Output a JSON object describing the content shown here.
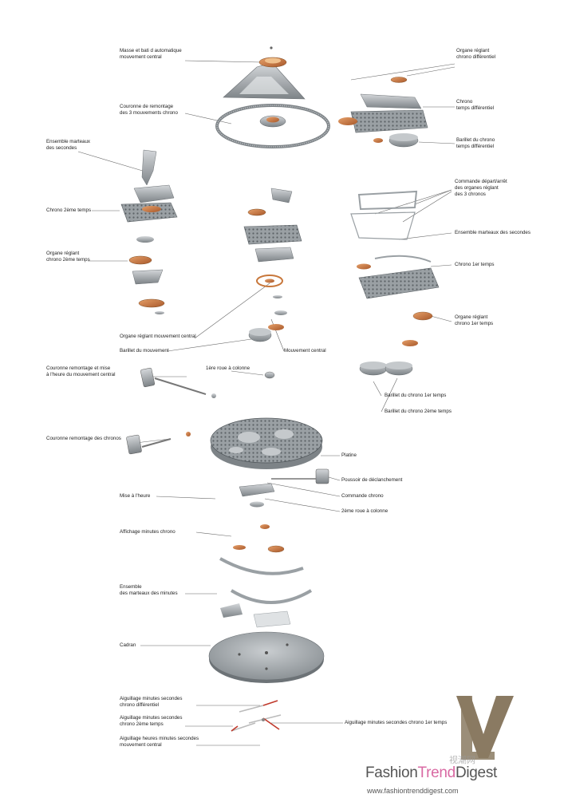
{
  "labels": {
    "masse": [
      "Masse et bati d automatique",
      "mouvement central"
    ],
    "couronne_remontage": [
      "Couronne de remontage",
      "des 3 mouvements chrono"
    ],
    "ensemble_marteaux": [
      "Ensemble marteaux",
      "des secondes"
    ],
    "chrono2": [
      "Chrono 2ème temps"
    ],
    "organe2": [
      "Organe réglant",
      "chrono 2ème temps"
    ],
    "organe_central": [
      "Organe réglant mouvement central"
    ],
    "barillet_mouvement": [
      "Barillet du mouvement"
    ],
    "mouvement_central": [
      "Mouvement central"
    ],
    "couronne_mise": [
      "Couronne remontage et mise",
      "à l'heure du mouvement central"
    ],
    "roue1": [
      "1ère roue à colonne"
    ],
    "couronne_chronos": [
      "Couronne remontage des chronos"
    ],
    "organe_diff": [
      "Organe réglant",
      "chrono différentiel"
    ],
    "chrono_diff": [
      "Chrono",
      "temps différentiel"
    ],
    "barillet_diff": [
      "Barillet du chrono",
      "temps différentiel"
    ],
    "commande_depart": [
      "Commande départ/arrêt",
      "des organes réglant",
      "des 3 chronos"
    ],
    "ensemble_marteaux_r": [
      "Ensemble marteaux des secondes"
    ],
    "chrono1": [
      "Chrono 1er temps"
    ],
    "organe1": [
      "Organe réglant",
      "chrono 1er temps"
    ],
    "barillet1": [
      "Barillet du chrono 1er temps"
    ],
    "barillet2": [
      "Barillet du chrono 2ème temps"
    ],
    "platine": [
      "Platine"
    ],
    "poussoir": [
      "Poussoir de déclanchement"
    ],
    "commande_chrono": [
      "Commande chrono"
    ],
    "roue2": [
      "2ème roue à colonne"
    ],
    "mise_heure": [
      "Mise à l'heure"
    ],
    "affichage": [
      "Affichage minutes chrono"
    ],
    "ensemble_minutes": [
      "Ensemble",
      "des marteaux des minutes"
    ],
    "cadran": [
      "Cadran"
    ],
    "aig_diff": [
      "Aiguillage minutes secondes",
      "chrono différentiel"
    ],
    "aig_2": [
      "Aiguillage minutes secondes",
      "chrono 2ème temps"
    ],
    "aig_heures": [
      "Aiguillage heures minutes secondes",
      "mouvement central"
    ],
    "aig_1": [
      "Aiguillage minutes secondes chrono 1er temps"
    ]
  },
  "brand": {
    "name_a": "Fashion",
    "name_b": "Trend",
    "name_c": "Digest",
    "url": "www.fashiontrenddigest.com",
    "watermark": "视潮网",
    "logo": "LV-monogram"
  },
  "colors": {
    "steel": "#8c9296",
    "steel_light": "#c5c9cc",
    "brass": "#c8773b",
    "logo": "#8a7a62",
    "line": "#555555"
  }
}
